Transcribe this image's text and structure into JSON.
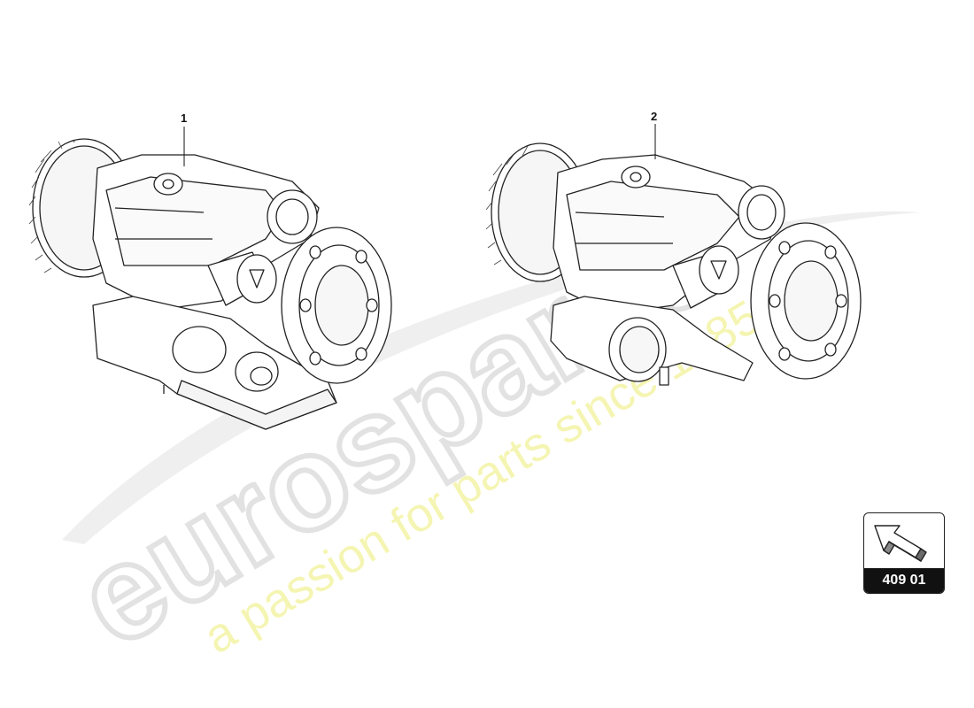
{
  "diagram": {
    "callouts": [
      {
        "id": "1",
        "label": "1"
      },
      {
        "id": "2",
        "label": "2"
      }
    ],
    "reference": {
      "label": "409 01",
      "icon": "navigation-arrow-icon"
    }
  },
  "watermark": {
    "brand": "eurospares",
    "tagline": "a passion for parts since 1985",
    "colors": {
      "brand": "#e6e6e6",
      "tagline": "#f3f39a"
    }
  }
}
